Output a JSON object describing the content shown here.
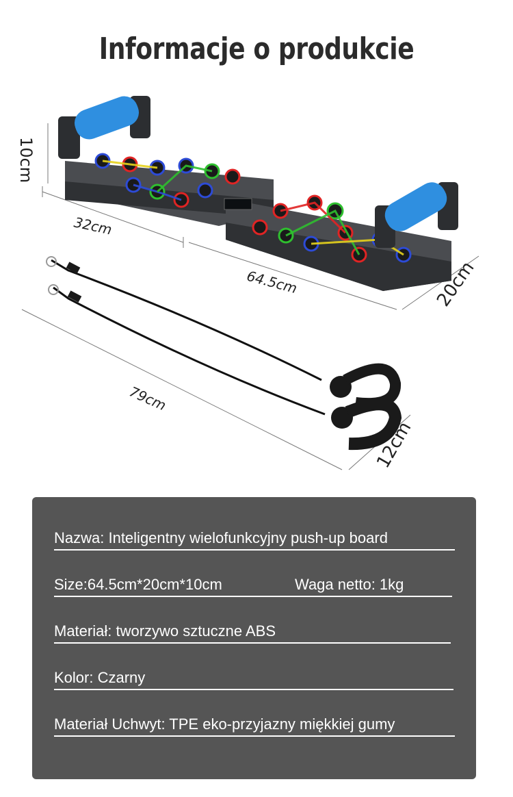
{
  "title": "Informacje o produkcie",
  "dimensions": {
    "height": "10cm",
    "half_length": "32cm",
    "length": "64.5cm",
    "width": "20cm",
    "band_length": "79cm",
    "handle": "12cm"
  },
  "colors": {
    "board": "#3f4144",
    "handle_grip": "#2f8fe0",
    "panel": "#555555"
  },
  "info": {
    "name": "Nazwa: Inteligentny wielofunkcyjny push-up board",
    "size": "Size:64.5cm*20cm*10cm",
    "weight": "Waga netto: 1kg",
    "material": "Materiał: tworzywo sztuczne ABS",
    "color": "Kolor: Czarny",
    "handle_material": "Materiał Uchwyt: TPE eko-przyjazny miękkiej gumy"
  }
}
